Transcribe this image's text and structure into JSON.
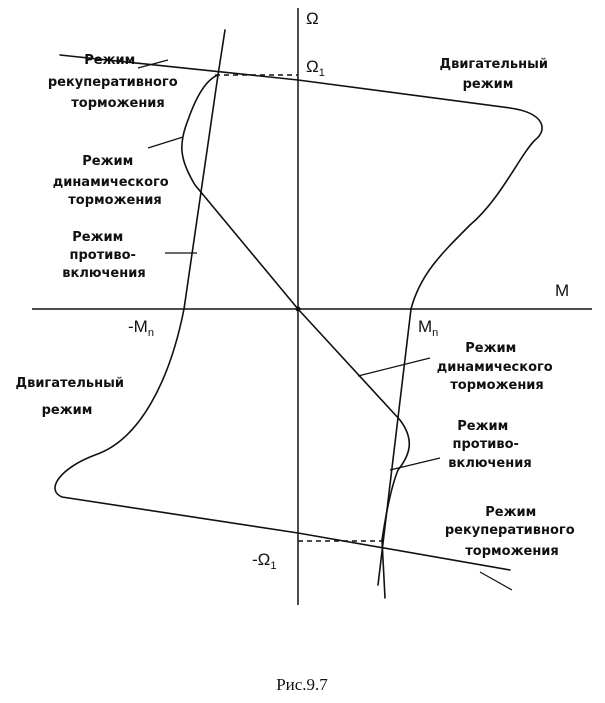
{
  "axes": {
    "omega_label": "Ω",
    "m_label": "M",
    "omega1": "Ω",
    "omega1_sub": "1",
    "neg_omega1": "-Ω",
    "neg_omega1_sub": "1",
    "mn": "M",
    "mn_sub": "n",
    "neg_mn": "-M",
    "neg_mn_sub": "n"
  },
  "labels": {
    "regen_top_l1": "Режим",
    "regen_top_l2": "рекуперативного",
    "regen_top_l3": "торможения",
    "dyn_top_l1": "Режим",
    "dyn_top_l2": "динамического",
    "dyn_top_l3": "торможения",
    "counter_top_l1": "Режим",
    "counter_top_l2": "противо-",
    "counter_top_l3": "включения",
    "motor_top_l1": "Двигательный",
    "motor_top_l2": "режим",
    "motor_bot_l1": "Двигательный",
    "motor_bot_l2": "режим",
    "dyn_bot_l1": "Режим",
    "dyn_bot_l2": "динамического",
    "dyn_bot_l3": "торможения",
    "counter_bot_l1": "Режим",
    "counter_bot_l2": "противо-",
    "counter_bot_l3": "включения",
    "regen_bot_l1": "Режим",
    "regen_bot_l2": "рекуперативного",
    "regen_bot_l3": "торможения"
  },
  "caption": "Рис.9.7"
}
